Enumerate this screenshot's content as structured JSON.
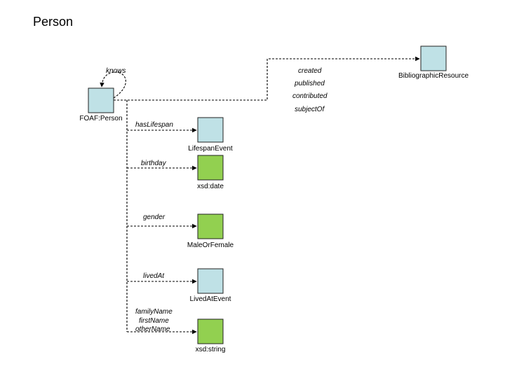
{
  "title": "Person",
  "colors": {
    "class_fill": "#bfe1e6",
    "literal_fill": "#92d050",
    "stroke": "#222222"
  },
  "nodes": {
    "person": {
      "label": "FOAF:Person",
      "kind": "class"
    },
    "bibliographic": {
      "label": "BibliographicResource",
      "kind": "class"
    },
    "lifespan": {
      "label": "LifespanEvent",
      "kind": "class"
    },
    "date": {
      "label": "xsd:date",
      "kind": "literal"
    },
    "gender": {
      "label": "MaleOrFemale",
      "kind": "literal"
    },
    "livedat": {
      "label": "LivedAtEvent",
      "kind": "class"
    },
    "string": {
      "label": "xsd:string",
      "kind": "literal"
    }
  },
  "edges": {
    "knows": [
      "knows"
    ],
    "bibliographic": [
      "created",
      "published",
      "contributed",
      "subjectOf"
    ],
    "lifespan": [
      "hasLifespan"
    ],
    "date": [
      "birthday"
    ],
    "gender": [
      "gender"
    ],
    "livedat": [
      "livedAt"
    ],
    "string": [
      "familyName",
      "firstName",
      "otherName"
    ]
  }
}
